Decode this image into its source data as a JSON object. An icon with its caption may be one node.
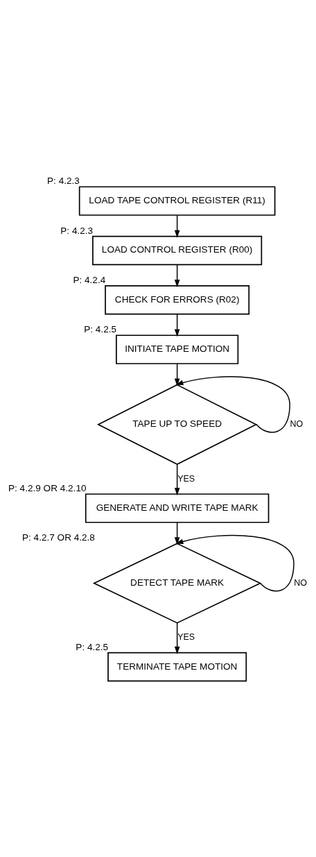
{
  "diagram": {
    "nodes": [
      {
        "text": [
          "LOAD TAPE CONTROL REGISTER (R11)"
        ],
        "beside": [
          "P: 4.2.3"
        ]
      },
      {
        "text": [
          "LOAD CONTROL REGISTER (R00)"
        ],
        "beside": [
          "P: 4.2.3"
        ]
      },
      {
        "text": [
          "CHECK FOR ERRORS (R02)"
        ],
        "beside": [
          "P: 4.2.4"
        ]
      },
      {
        "text": [
          "INITIATE TAPE MOTION"
        ],
        "beside": [
          "P: 4.2.5"
        ]
      },
      {
        "text": [
          "TAPE UP TO SPEED"
        ]
      },
      {
        "text": [
          "GENERATE AND WRITE TAPE MARK"
        ],
        "beside": [
          "P: 4.2.9 OR 4.2.10"
        ]
      },
      {
        "text": [
          "DETECT TAPE MARK"
        ],
        "beside": [
          "P: 4.2.7 OR 4.2.8"
        ]
      },
      {
        "text": [
          "TERMINATE TAPE MOTION"
        ],
        "beside": [
          "P: 4.2.5"
        ]
      }
    ],
    "edges": [
      {
        "from": 0,
        "to": 1,
        "arrow": "to"
      },
      {
        "from": 1,
        "to": 2,
        "arrow": "to"
      },
      {
        "from": 2,
        "to": 3,
        "arrow": "to"
      },
      {
        "from": 3,
        "to": 4,
        "arrow": "to"
      },
      {
        "from": 4,
        "to": 4,
        "arrow": "to",
        "label": "NO"
      },
      {
        "from": 4,
        "to": 5,
        "arrow": "to",
        "label": "YES"
      },
      {
        "from": 5,
        "to": 6,
        "arrow": "to"
      },
      {
        "from": 6,
        "to": 6,
        "arrow": "to",
        "label": "NO"
      },
      {
        "from": 6,
        "to": 7,
        "arrow": "to",
        "label": "YES"
      }
    ]
  }
}
